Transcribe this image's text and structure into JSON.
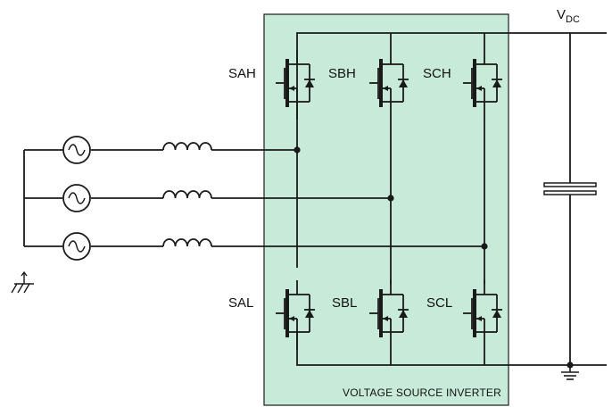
{
  "inverter_label": "VOLTAGE SOURCE INVERTER",
  "supply": {
    "v": "V",
    "sub": "DC"
  },
  "switches": {
    "sah": "SAH",
    "sbh": "SBH",
    "sch": "SCH",
    "sal": "SAL",
    "sbl": "SBL",
    "scl": "SCL"
  },
  "colors": {
    "inverter_fill": "#c8ead9",
    "inverter_border": "#2b2b2b",
    "wire": "#1a1a1a"
  }
}
